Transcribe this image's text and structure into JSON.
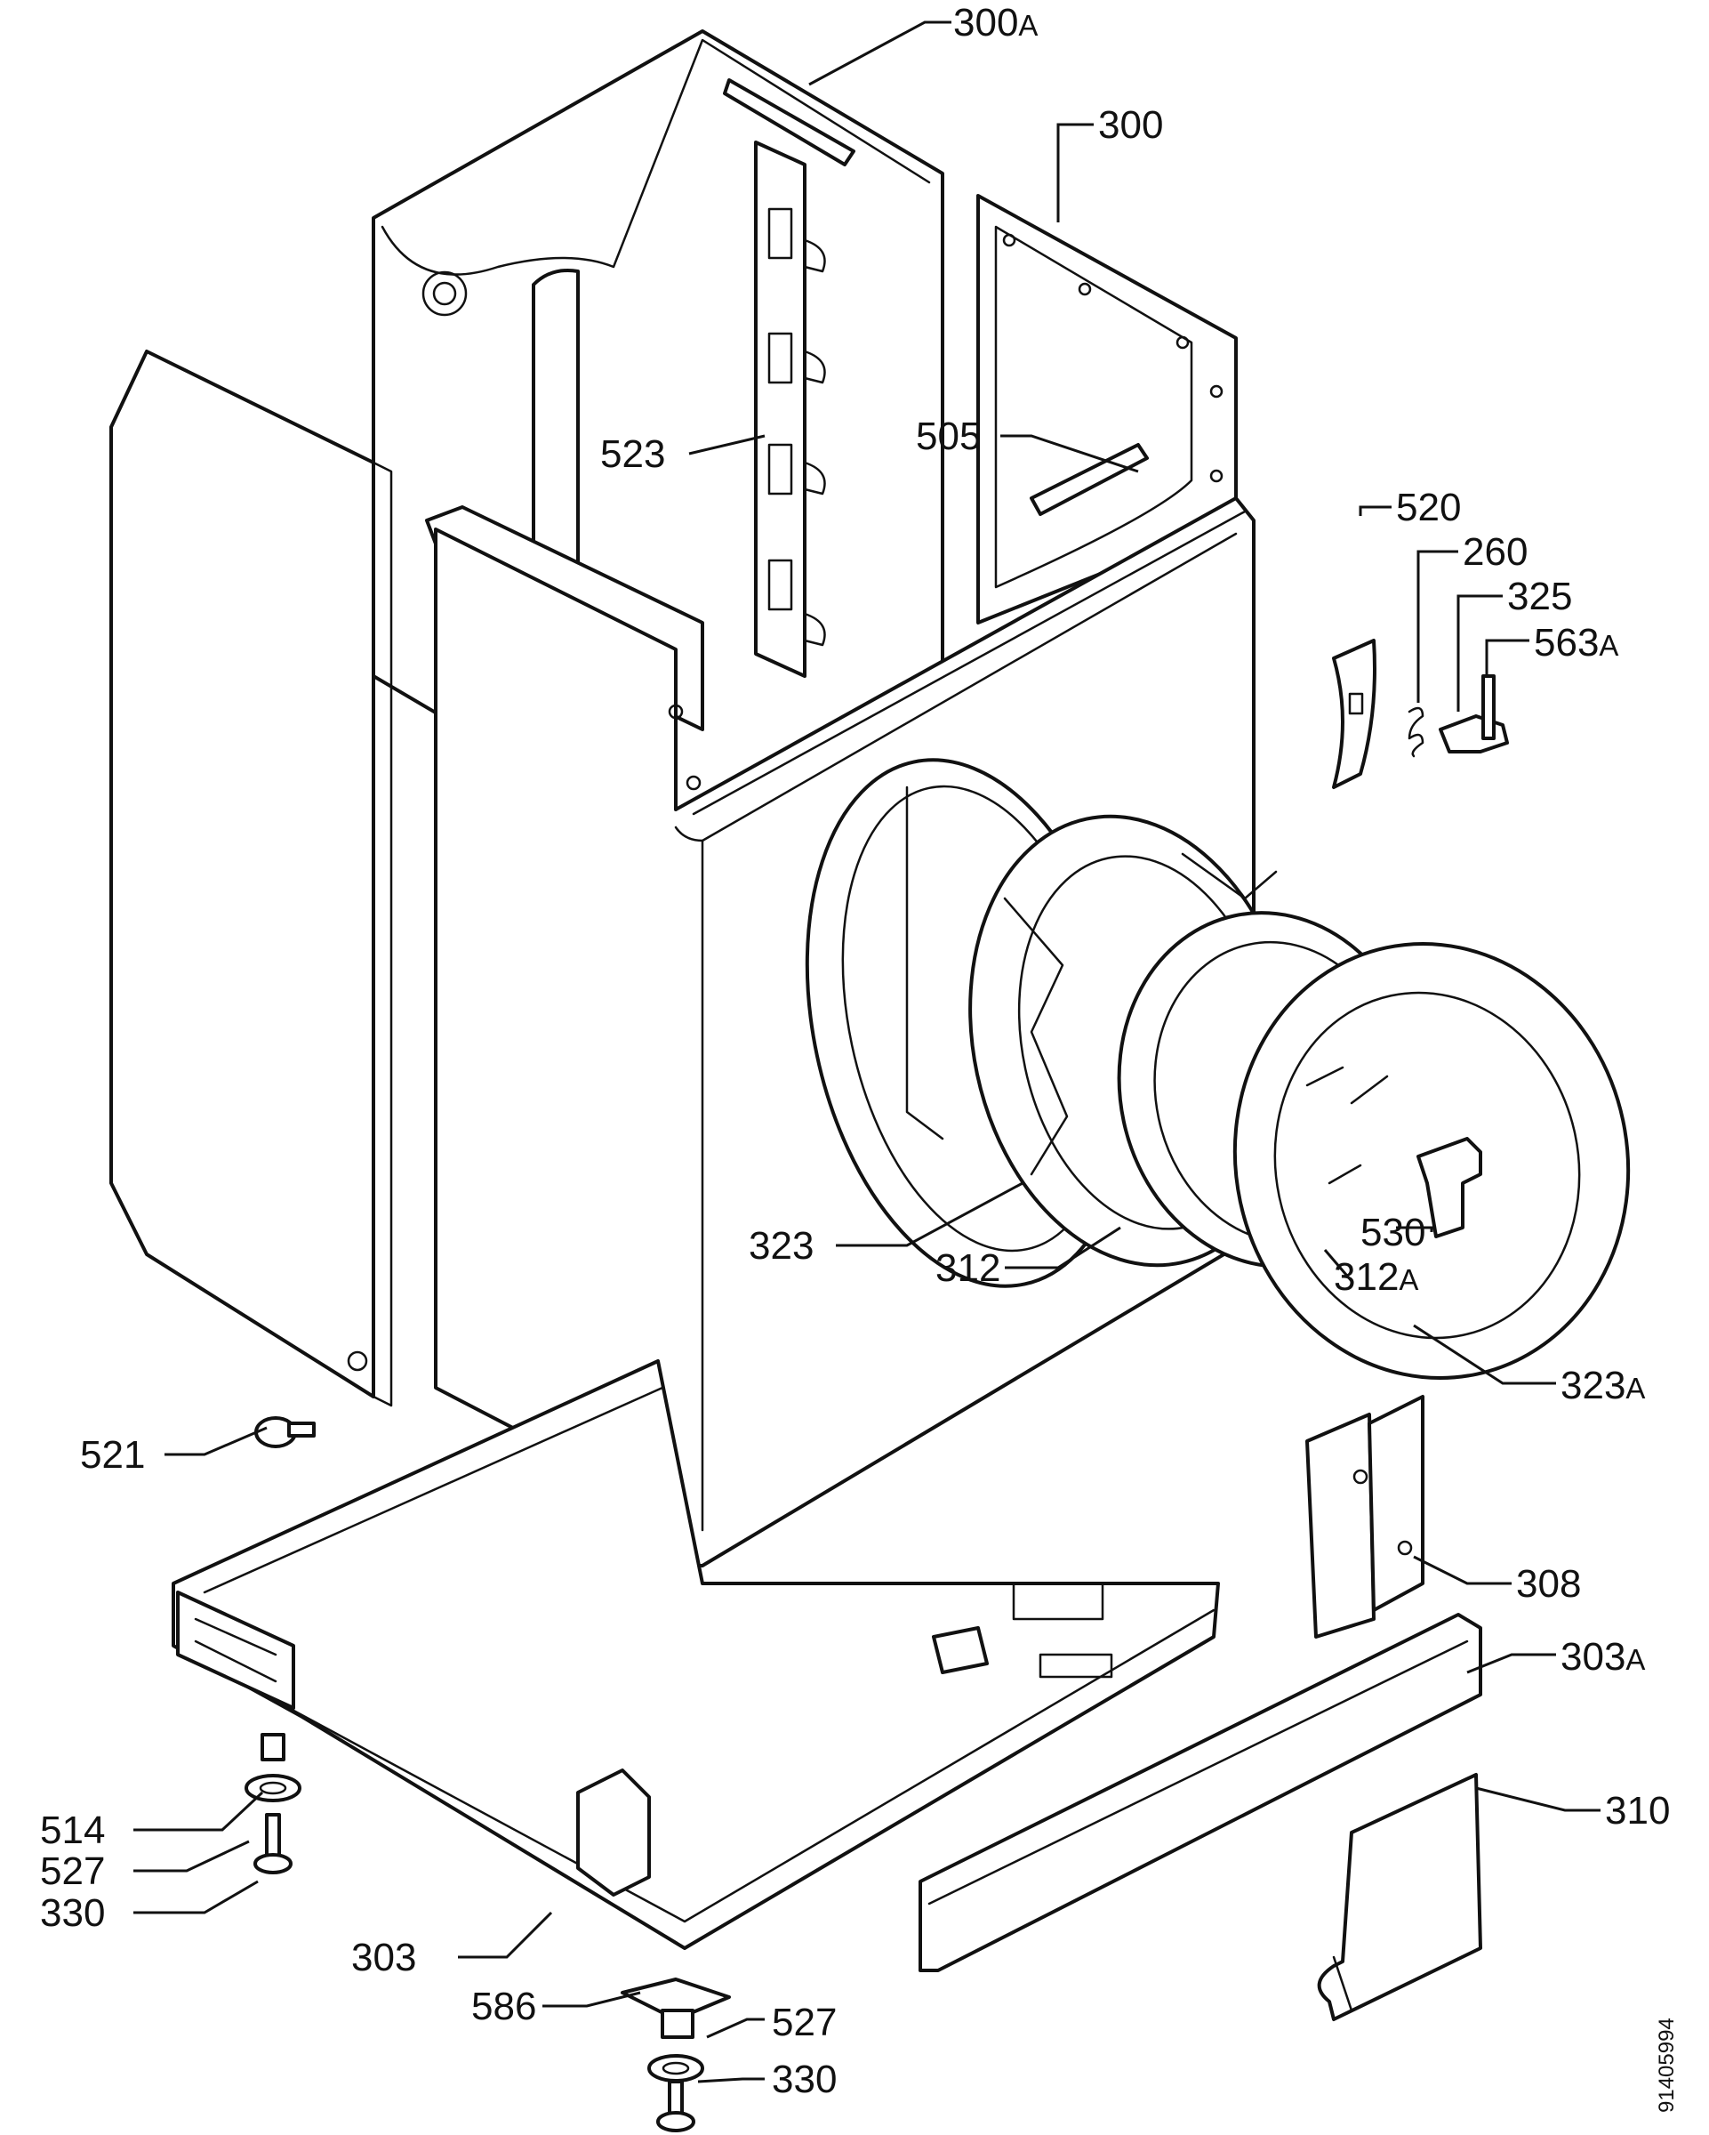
{
  "document_number": "91405994",
  "labels": {
    "l300a": {
      "num": "300",
      "sfx": "A"
    },
    "l300": {
      "num": "300",
      "sfx": ""
    },
    "l523": {
      "num": "523",
      "sfx": ""
    },
    "l505": {
      "num": "505",
      "sfx": ""
    },
    "l520": {
      "num": "520",
      "sfx": ""
    },
    "l260": {
      "num": "260",
      "sfx": ""
    },
    "l325": {
      "num": "325",
      "sfx": ""
    },
    "l563a": {
      "num": "563",
      "sfx": "A"
    },
    "l323": {
      "num": "323",
      "sfx": ""
    },
    "l312": {
      "num": "312",
      "sfx": ""
    },
    "l530": {
      "num": "530",
      "sfx": ""
    },
    "l312a": {
      "num": "312",
      "sfx": "A"
    },
    "l323a": {
      "num": "323",
      "sfx": "A"
    },
    "l521": {
      "num": "521",
      "sfx": ""
    },
    "l308": {
      "num": "308",
      "sfx": ""
    },
    "l303a": {
      "num": "303",
      "sfx": "A"
    },
    "l310": {
      "num": "310",
      "sfx": ""
    },
    "l514": {
      "num": "514",
      "sfx": ""
    },
    "l527a": {
      "num": "527",
      "sfx": ""
    },
    "l330a": {
      "num": "330",
      "sfx": ""
    },
    "l303": {
      "num": "303",
      "sfx": ""
    },
    "l586": {
      "num": "586",
      "sfx": ""
    },
    "l527b": {
      "num": "527",
      "sfx": ""
    },
    "l330b": {
      "num": "330",
      "sfx": ""
    }
  }
}
